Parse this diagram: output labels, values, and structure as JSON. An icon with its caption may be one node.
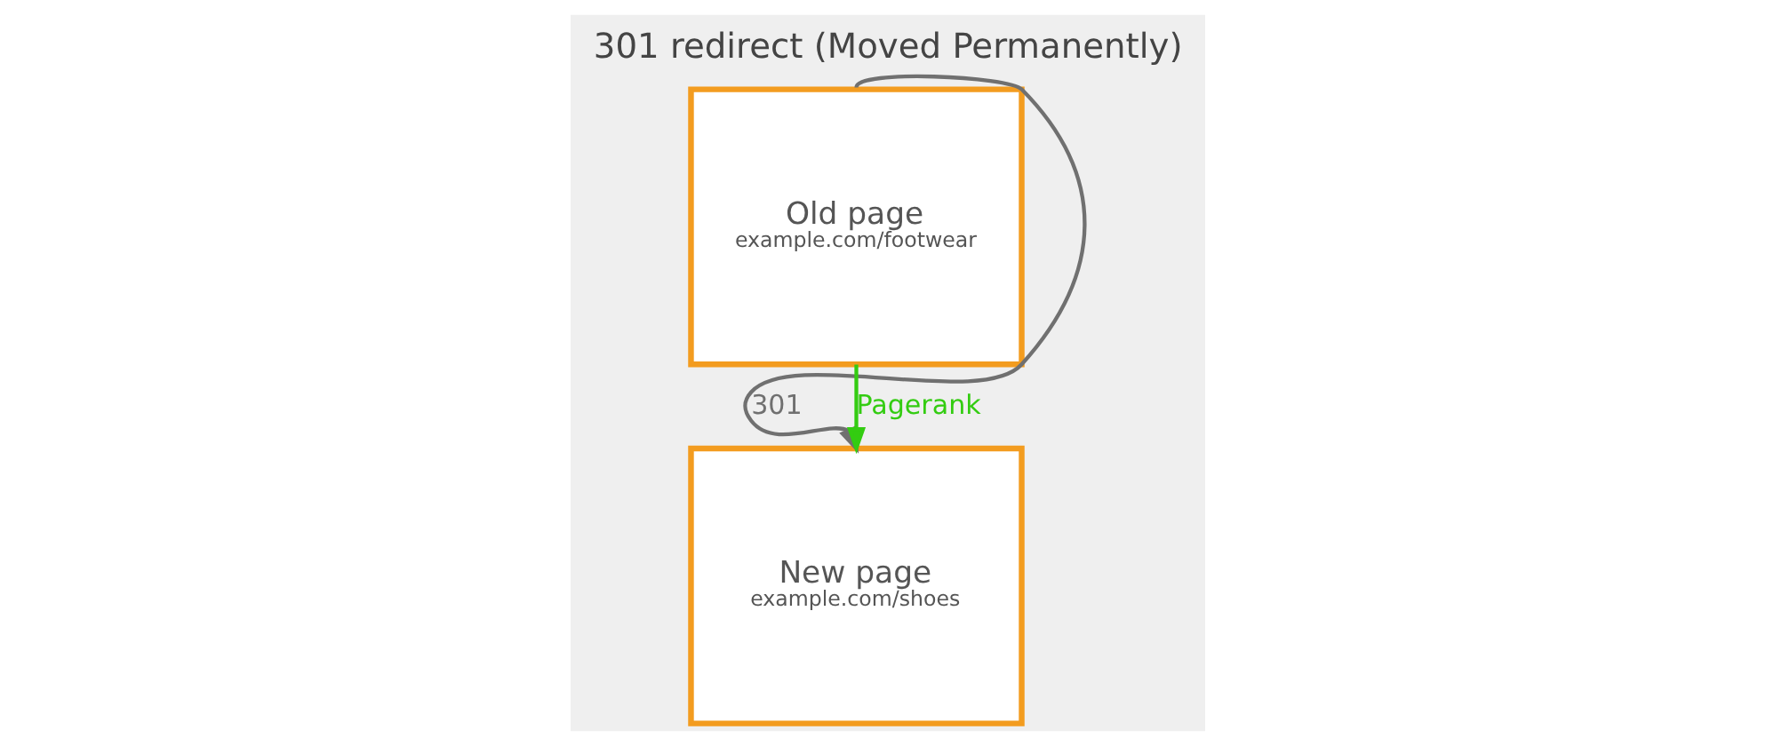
{
  "diagram": {
    "title": "301 redirect (Moved Permanently)",
    "nodes": [
      {
        "text": [
          "Old page",
          "example.com/footwear"
        ]
      },
      {
        "text": [
          "New page",
          "example.com/shoes"
        ]
      }
    ],
    "edges": [
      {
        "from": 0,
        "to": 1,
        "arrow": "to",
        "label": "301",
        "color": "#707070"
      },
      {
        "from": 0,
        "to": 1,
        "arrow": "to",
        "label": "Pagerank",
        "color": "#33cc11"
      }
    ]
  }
}
